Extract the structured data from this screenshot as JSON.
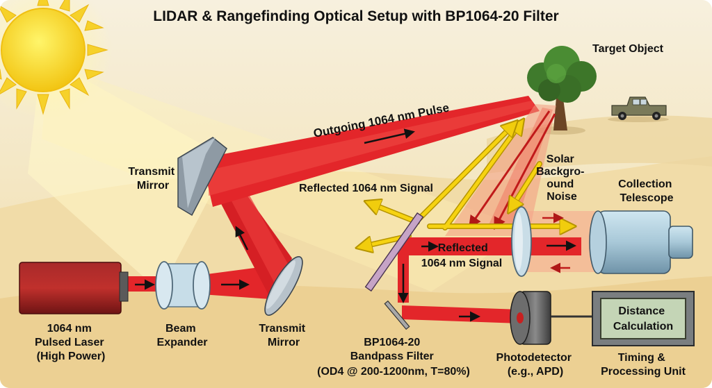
{
  "title": "LIDAR & Rangefinding Optical Setup with BP1064-20 Filter",
  "labels": {
    "laser": [
      "1064 nm",
      "Pulsed Laser",
      "(High Power)"
    ],
    "beam_expander": [
      "Beam",
      "Expander"
    ],
    "transmit_mirror_1": [
      "Transmit",
      "Mirror"
    ],
    "transmit_mirror_2": [
      "Transmit",
      "Mirror"
    ],
    "outgoing_pulse": "Outgoing 1064 nm Pulse",
    "target_object": "Target Object",
    "solar_noise": [
      "Solar",
      "Backgro-",
      "ound",
      "Noise"
    ],
    "reflected_signal_top": "Reflected 1064 nm Signal",
    "reflected_signal_mid": [
      "Reflected",
      "1064 nm Signal"
    ],
    "collection_telescope": [
      "Collection",
      "Telescope"
    ],
    "filter": [
      "BP1064-20",
      "Bandpass Filter",
      "(OD4 @ 200-1200nm, T=80%)"
    ],
    "photodetector": [
      "Photodetector",
      "(e.g., APD)"
    ],
    "distance_box": [
      "Distance",
      "Calculation"
    ],
    "processing_unit": [
      "Timing &",
      "Processing Unit"
    ]
  },
  "colors": {
    "laser_beam": "#e3262a",
    "solar_light": "#f6d311",
    "background_sky": "#f7f0de",
    "sand": "#efd9a4"
  },
  "icons": [
    "sun-icon",
    "tree-icon",
    "truck-icon"
  ]
}
